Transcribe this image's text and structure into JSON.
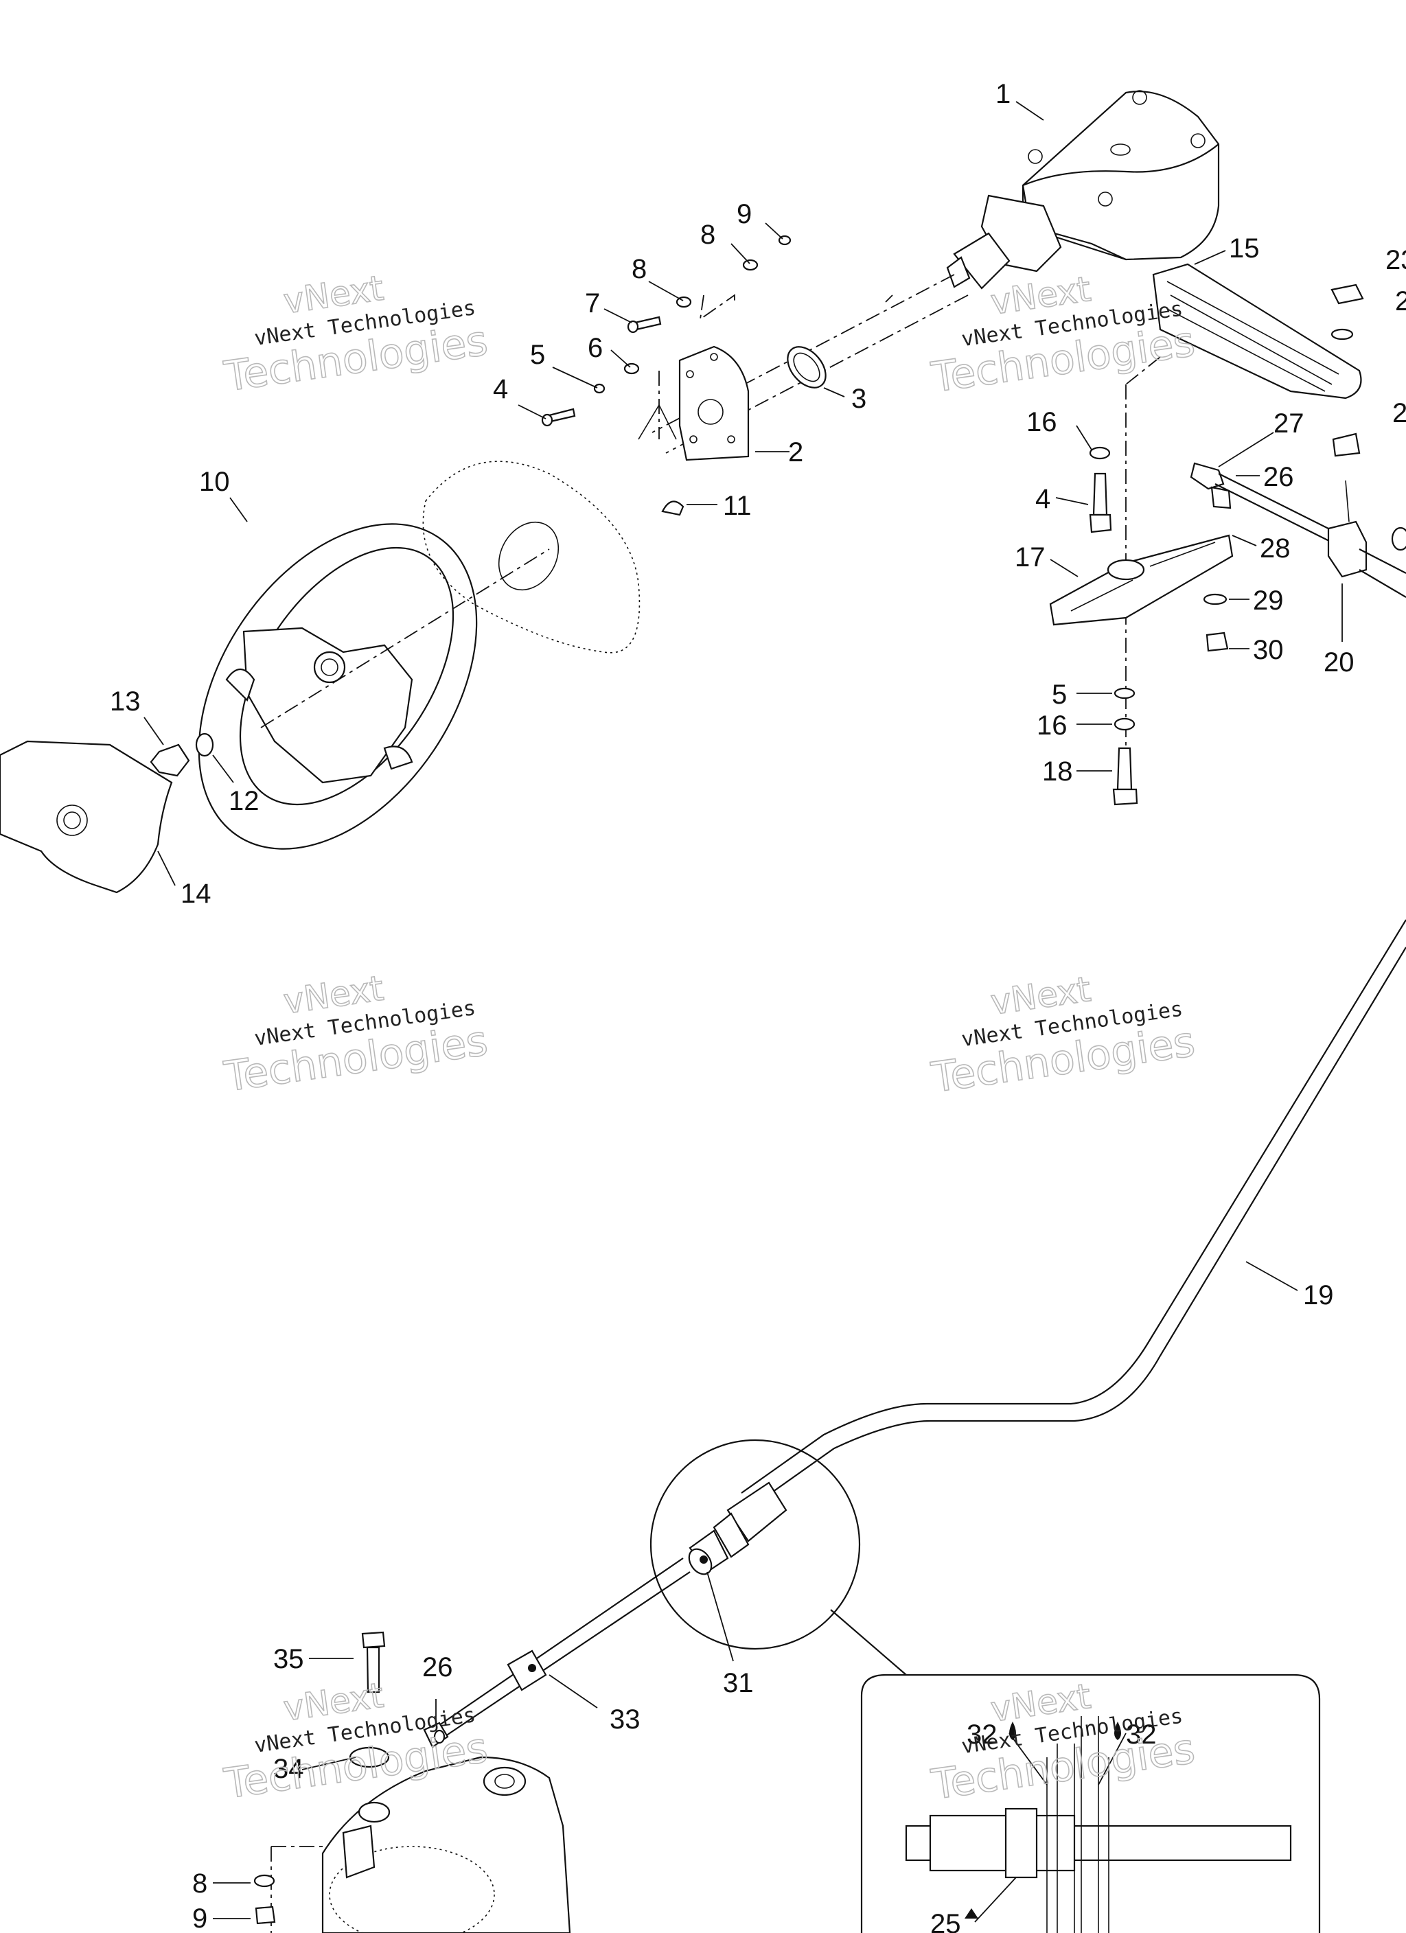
{
  "callouts": [
    {
      "id": "c1",
      "label": "1"
    },
    {
      "id": "c2",
      "label": "2"
    },
    {
      "id": "c3",
      "label": "3"
    },
    {
      "id": "c4a",
      "label": "4"
    },
    {
      "id": "c5a",
      "label": "5"
    },
    {
      "id": "c6",
      "label": "6"
    },
    {
      "id": "c7",
      "label": "7"
    },
    {
      "id": "c8a",
      "label": "8"
    },
    {
      "id": "c8b",
      "label": "8"
    },
    {
      "id": "c9a",
      "label": "9"
    },
    {
      "id": "c10",
      "label": "10"
    },
    {
      "id": "c11",
      "label": "11"
    },
    {
      "id": "c12",
      "label": "12"
    },
    {
      "id": "c13",
      "label": "13"
    },
    {
      "id": "c14",
      "label": "14"
    },
    {
      "id": "c15",
      "label": "15"
    },
    {
      "id": "c16a",
      "label": "16"
    },
    {
      "id": "c4b",
      "label": "4"
    },
    {
      "id": "c17",
      "label": "17"
    },
    {
      "id": "c27",
      "label": "27"
    },
    {
      "id": "c26a",
      "label": "26"
    },
    {
      "id": "c28",
      "label": "28"
    },
    {
      "id": "c29",
      "label": "29"
    },
    {
      "id": "c30",
      "label": "30"
    },
    {
      "id": "c20",
      "label": "20"
    },
    {
      "id": "c5b",
      "label": "5"
    },
    {
      "id": "c16b",
      "label": "16"
    },
    {
      "id": "c18",
      "label": "18"
    },
    {
      "id": "c23",
      "label": "23"
    },
    {
      "id": "c2x",
      "label": "2"
    },
    {
      "id": "c2y",
      "label": "2"
    },
    {
      "id": "c19",
      "label": "19"
    },
    {
      "id": "c31",
      "label": "31"
    },
    {
      "id": "c33",
      "label": "33"
    },
    {
      "id": "c35",
      "label": "35"
    },
    {
      "id": "c26b",
      "label": "26"
    },
    {
      "id": "c34",
      "label": "34"
    },
    {
      "id": "c8c",
      "label": "8"
    },
    {
      "id": "c9b",
      "label": "9"
    },
    {
      "id": "c32a",
      "label": "32"
    },
    {
      "id": "c32b",
      "label": "32"
    },
    {
      "id": "c25",
      "label": "25"
    }
  ],
  "watermark": {
    "line1": "vNext",
    "line2": "vNext Technologies",
    "line3": "Technologies"
  },
  "colors": {
    "ink": "#111111",
    "watermark_outline": "#b9b9b9",
    "background": "#ffffff"
  }
}
